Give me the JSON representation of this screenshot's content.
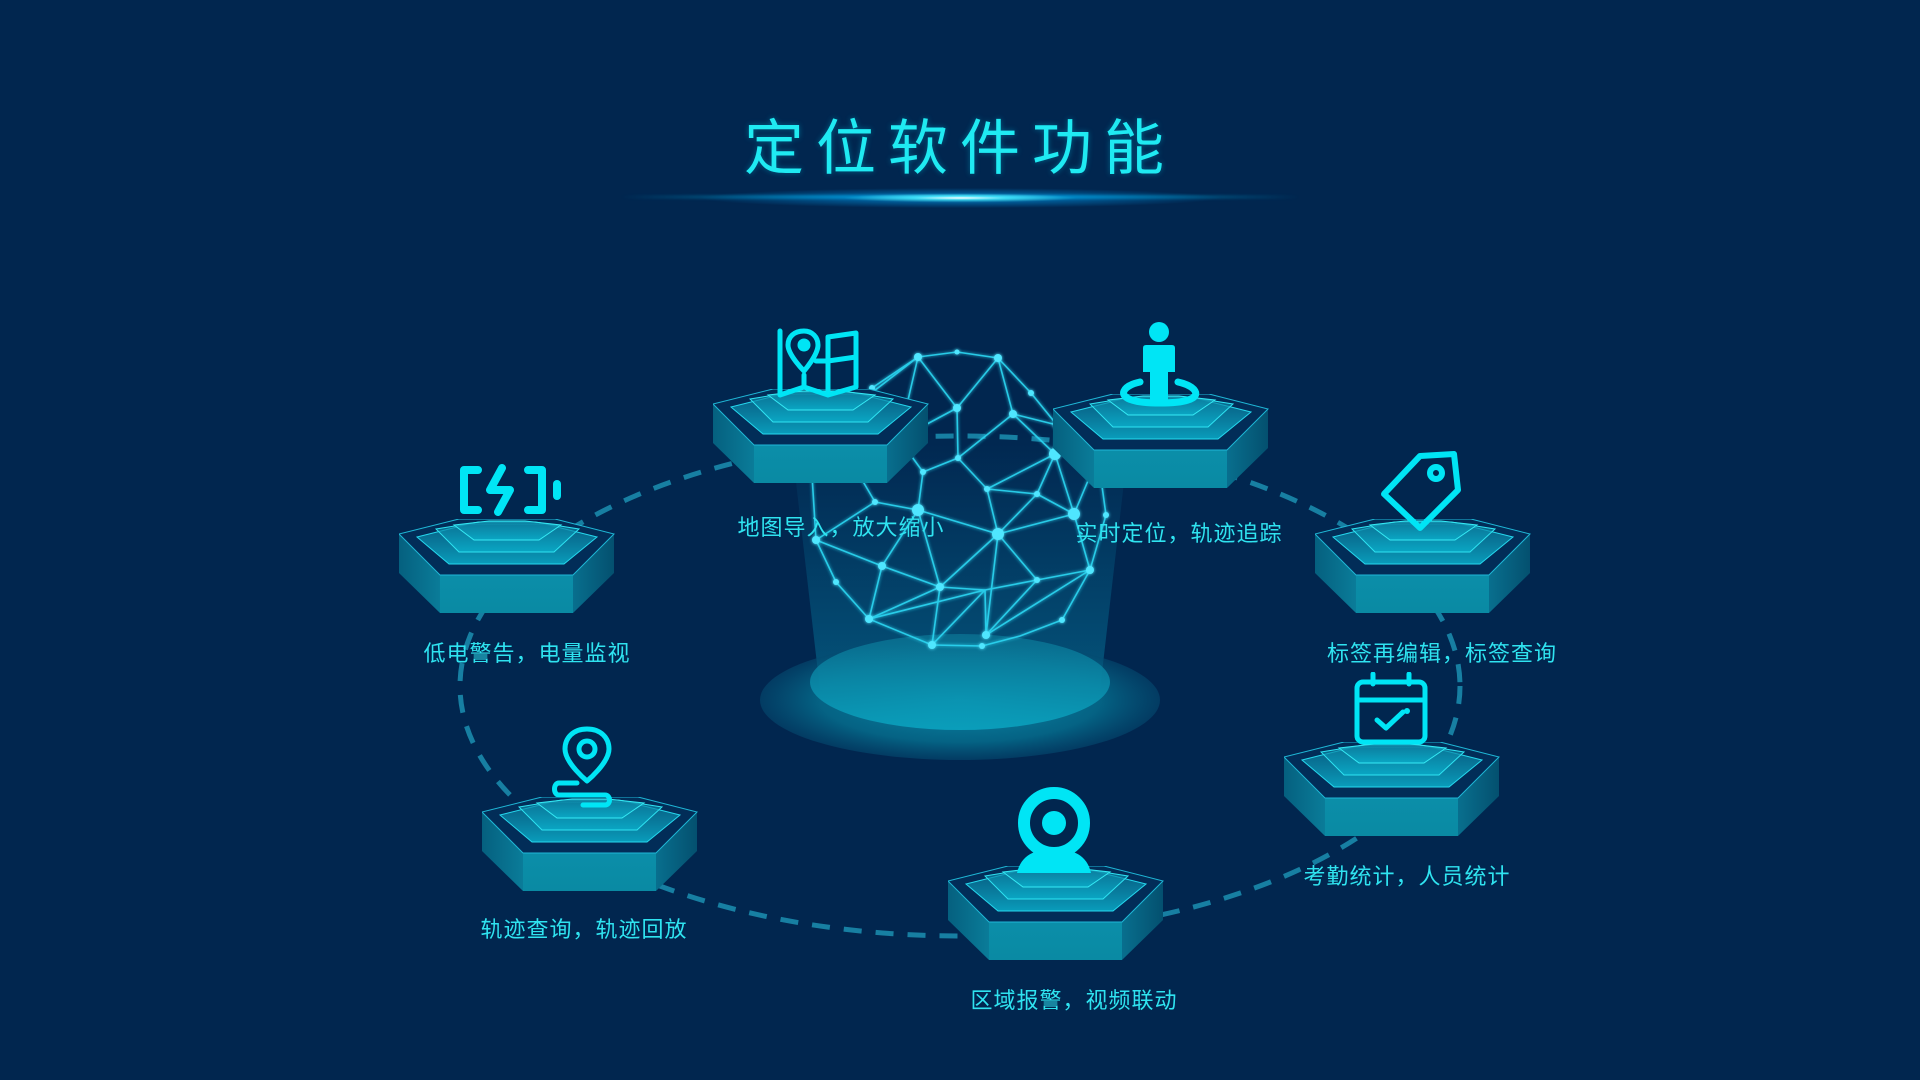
{
  "title": "定位软件功能",
  "colors": {
    "background": "#01264F",
    "accent": "#00E5F5",
    "label": "#2FE3F0",
    "pedestal_front": "#0A8AA3",
    "pedestal_side": "#06607E",
    "dashed_orbit": "#1B8FB0"
  },
  "center": {
    "name": "globe-wireframe",
    "description": "wireframe polyhedron sphere on glowing circular platform"
  },
  "features": [
    {
      "id": "battery",
      "icon": "battery-charging-icon",
      "label": "低电警告，电量监视"
    },
    {
      "id": "map",
      "icon": "map-pin-icon",
      "label": "地图导入，放大缩小"
    },
    {
      "id": "person",
      "icon": "person-location-icon",
      "label": "实时定位，轨迹追踪"
    },
    {
      "id": "tag",
      "icon": "tag-icon",
      "label": "标签再编辑，标签查询"
    },
    {
      "id": "calendar",
      "icon": "calendar-check-icon",
      "label": "考勤统计，人员统计"
    },
    {
      "id": "camera",
      "icon": "webcam-icon",
      "label": "区域报警，视频联动"
    },
    {
      "id": "track",
      "icon": "route-pin-icon",
      "label": "轨迹查询，轨迹回放"
    }
  ]
}
